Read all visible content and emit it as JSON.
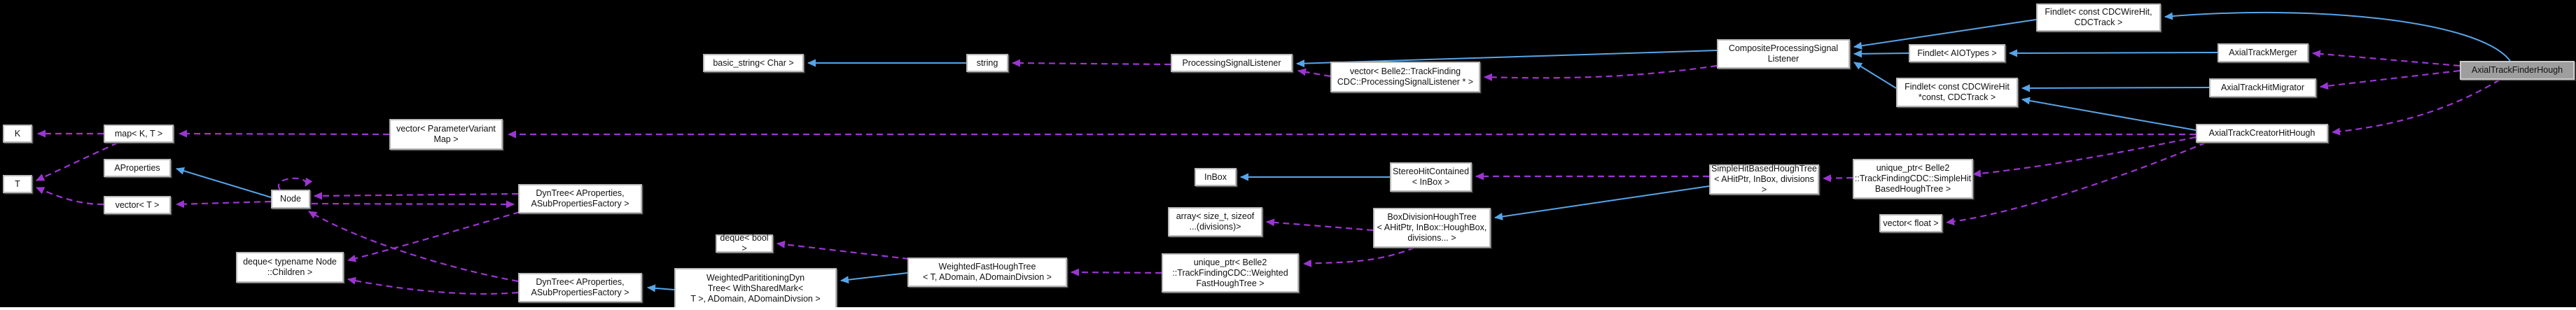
{
  "diagram": {
    "type": "doxygen-collaboration-graph",
    "highlighted_node": "AxialTrackFinderHough",
    "colors": {
      "background": "#000000",
      "inheritance_edge": "#57a5e9",
      "usage_edge": "#9c35d2",
      "node_fill": "#ffffff",
      "node_border": "#b9b9b9",
      "highlight_fill": "#9e9e9e",
      "text": "#111111"
    },
    "nodes": [
      {
        "id": "k",
        "label": "K"
      },
      {
        "id": "map-k-t",
        "label": "map< K, T >"
      },
      {
        "id": "t",
        "label": "T"
      },
      {
        "id": "aproperties",
        "label": "AProperties"
      },
      {
        "id": "vector-t",
        "label": "vector< T >"
      },
      {
        "id": "vector-parameter-variant-map",
        "label": "vector< ParameterVariant\nMap >"
      },
      {
        "id": "node",
        "label": "Node"
      },
      {
        "id": "deque-node-children",
        "label": "deque< typename Node\n::Children >"
      },
      {
        "id": "dyntree-upper",
        "label": "DynTree< AProperties,\nASubPropertiesFactory >"
      },
      {
        "id": "dyntree-lower",
        "label": "DynTree< AProperties,\nASubPropertiesFactory >"
      },
      {
        "id": "weighted-partitioning-dyn-tree",
        "label": "WeightedParititioningDyn\nTree< WithSharedMark<\nT >, ADomain, ADomainDivsion >"
      },
      {
        "id": "deque-bool",
        "label": "deque< bool >"
      },
      {
        "id": "weighted-fast-hough-tree",
        "label": "WeightedFastHoughTree\n< T, ADomain, ADomainDivsion >"
      },
      {
        "id": "unique-ptr-weighted-fast-hough-tree",
        "label": "unique_ptr< Belle2\n::TrackFindingCDC::Weighted\nFastHoughTree >"
      },
      {
        "id": "basic-string-char",
        "label": "basic_string< Char >"
      },
      {
        "id": "string",
        "label": "string"
      },
      {
        "id": "processing-signal-listener",
        "label": "ProcessingSignalListener"
      },
      {
        "id": "vector-processing-signal-listener",
        "label": "vector< Belle2::TrackFinding\nCDC::ProcessingSignalListener * >"
      },
      {
        "id": "composite-processing-signal-listener",
        "label": "CompositeProcessingSignal\nListener"
      },
      {
        "id": "findlet-const-cdcwirehit-cdctrack",
        "label": "Findlet< const CDCWireHit,\nCDCTrack >"
      },
      {
        "id": "findlet-aiotypes",
        "label": "Findlet< AIOTypes >"
      },
      {
        "id": "findlet-const-cdcwirehit-const-cdctrack",
        "label": "Findlet< const CDCWireHit\n*const, CDCTrack >"
      },
      {
        "id": "inbox",
        "label": "InBox"
      },
      {
        "id": "array-sizeof-divisions",
        "label": "array< size_t, sizeof\n...(divisions)>"
      },
      {
        "id": "stereo-hit-contained-inbox",
        "label": "StereoHitContained\n< InBox >"
      },
      {
        "id": "box-division-hough-tree",
        "label": "BoxDivisionHoughTree\n< AHitPtr, InBox::HoughBox,\ndivisions... >"
      },
      {
        "id": "simple-hit-based-hough-tree",
        "label": "SimpleHitBasedHoughTree\n< AHitPtr, InBox, divisions >"
      },
      {
        "id": "unique-ptr-simple-hit-based-hough-tree",
        "label": "unique_ptr< Belle2\n::TrackFindingCDC::SimpleHit\nBasedHoughTree >"
      },
      {
        "id": "vector-float",
        "label": "vector< float >"
      },
      {
        "id": "axial-track-merger",
        "label": "AxialTrackMerger"
      },
      {
        "id": "axial-track-hit-migrator",
        "label": "AxialTrackHitMigrator"
      },
      {
        "id": "axial-track-creator-hit-hough",
        "label": "AxialTrackCreatorHitHough"
      },
      {
        "id": "axial-track-finder-hough",
        "label": "AxialTrackFinderHough"
      }
    ],
    "edges": [
      {
        "from": "string",
        "to": "basic-string-char",
        "type": "inheritance"
      },
      {
        "from": "composite-processing-signal-listener",
        "to": "processing-signal-listener",
        "type": "inheritance"
      },
      {
        "from": "findlet-const-cdcwirehit-cdctrack",
        "to": "composite-processing-signal-listener",
        "type": "inheritance"
      },
      {
        "from": "findlet-aiotypes",
        "to": "composite-processing-signal-listener",
        "type": "inheritance"
      },
      {
        "from": "findlet-const-cdcwirehit-const-cdctrack",
        "to": "composite-processing-signal-listener",
        "type": "inheritance"
      },
      {
        "from": "axial-track-finder-hough",
        "to": "findlet-const-cdcwirehit-cdctrack",
        "type": "inheritance"
      },
      {
        "from": "axial-track-merger",
        "to": "findlet-aiotypes",
        "type": "inheritance"
      },
      {
        "from": "axial-track-hit-migrator",
        "to": "findlet-const-cdcwirehit-const-cdctrack",
        "type": "inheritance"
      },
      {
        "from": "axial-track-creator-hit-hough",
        "to": "findlet-const-cdcwirehit-const-cdctrack",
        "type": "inheritance"
      },
      {
        "from": "simple-hit-based-hough-tree",
        "to": "box-division-hough-tree",
        "type": "inheritance"
      },
      {
        "from": "stereo-hit-contained-inbox",
        "to": "inbox",
        "type": "inheritance"
      },
      {
        "from": "weighted-fast-hough-tree",
        "to": "weighted-partitioning-dyn-tree",
        "type": "inheritance"
      },
      {
        "from": "weighted-partitioning-dyn-tree",
        "to": "dyntree-lower",
        "type": "inheritance"
      },
      {
        "from": "node",
        "to": "aproperties",
        "type": "inheritance"
      },
      {
        "from": "processing-signal-listener",
        "to": "string",
        "type": "usage"
      },
      {
        "from": "vector-processing-signal-listener",
        "to": "processing-signal-listener",
        "type": "usage"
      },
      {
        "from": "composite-processing-signal-listener",
        "to": "vector-processing-signal-listener",
        "type": "usage"
      },
      {
        "from": "map-k-t",
        "to": "k",
        "type": "usage"
      },
      {
        "from": "map-k-t",
        "to": "t",
        "type": "usage"
      },
      {
        "from": "vector-t",
        "to": "t",
        "type": "usage"
      },
      {
        "from": "vector-parameter-variant-map",
        "to": "map-k-t",
        "type": "usage"
      },
      {
        "from": "axial-track-creator-hit-hough",
        "to": "vector-parameter-variant-map",
        "type": "usage"
      },
      {
        "from": "node",
        "to": "vector-t",
        "type": "usage"
      },
      {
        "from": "node",
        "to": "node",
        "type": "usage"
      },
      {
        "from": "dyntree-upper",
        "to": "node",
        "type": "usage"
      },
      {
        "from": "dyntree-lower",
        "to": "node",
        "type": "usage"
      },
      {
        "from": "node",
        "to": "dyntree-upper",
        "type": "usage"
      },
      {
        "from": "dyntree-upper",
        "to": "deque-node-children",
        "type": "usage"
      },
      {
        "from": "dyntree-lower",
        "to": "deque-node-children",
        "type": "usage"
      },
      {
        "from": "weighted-fast-hough-tree",
        "to": "deque-bool",
        "type": "usage"
      },
      {
        "from": "unique-ptr-weighted-fast-hough-tree",
        "to": "weighted-fast-hough-tree",
        "type": "usage"
      },
      {
        "from": "box-division-hough-tree",
        "to": "unique-ptr-weighted-fast-hough-tree",
        "type": "usage"
      },
      {
        "from": "box-division-hough-tree",
        "to": "array-sizeof-divisions",
        "type": "usage"
      },
      {
        "from": "simple-hit-based-hough-tree",
        "to": "stereo-hit-contained-inbox",
        "type": "usage"
      },
      {
        "from": "unique-ptr-simple-hit-based-hough-tree",
        "to": "simple-hit-based-hough-tree",
        "type": "usage"
      },
      {
        "from": "axial-track-creator-hit-hough",
        "to": "unique-ptr-simple-hit-based-hough-tree",
        "type": "usage"
      },
      {
        "from": "axial-track-creator-hit-hough",
        "to": "vector-float",
        "type": "usage"
      },
      {
        "from": "axial-track-finder-hough",
        "to": "axial-track-merger",
        "type": "usage"
      },
      {
        "from": "axial-track-finder-hough",
        "to": "axial-track-hit-migrator",
        "type": "usage"
      },
      {
        "from": "axial-track-finder-hough",
        "to": "axial-track-creator-hit-hough",
        "type": "usage"
      }
    ]
  }
}
